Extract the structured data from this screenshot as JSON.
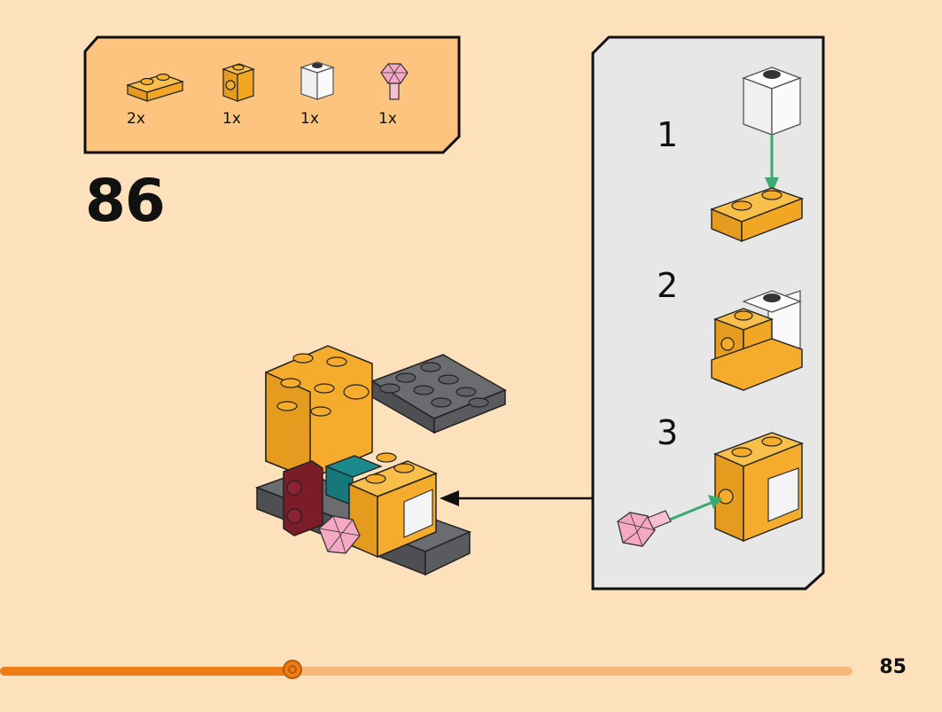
{
  "parts_list": [
    {
      "icon": "orange-plate-1x2-icon",
      "qty": "2x"
    },
    {
      "icon": "orange-bracket-brick-icon",
      "qty": "1x"
    },
    {
      "icon": "clear-brick-1x1-icon",
      "qty": "1x"
    },
    {
      "icon": "pink-gem-icon",
      "qty": "1x"
    }
  ],
  "step_number": "86",
  "sub_steps": [
    "1",
    "2",
    "3"
  ],
  "page_number": "85",
  "progress": {
    "fraction": 0.343
  },
  "colors": {
    "background": "#fde1bc",
    "parts_box": "#fcc47e",
    "sub_panel": "#e7e7e7",
    "brick_orange": "#f5ab2b",
    "brick_dark_gray": "#595a5c",
    "arrow_green": "#3aaa6e",
    "progress_fill": "#ee7d15",
    "progress_track": "#f8b87a"
  }
}
